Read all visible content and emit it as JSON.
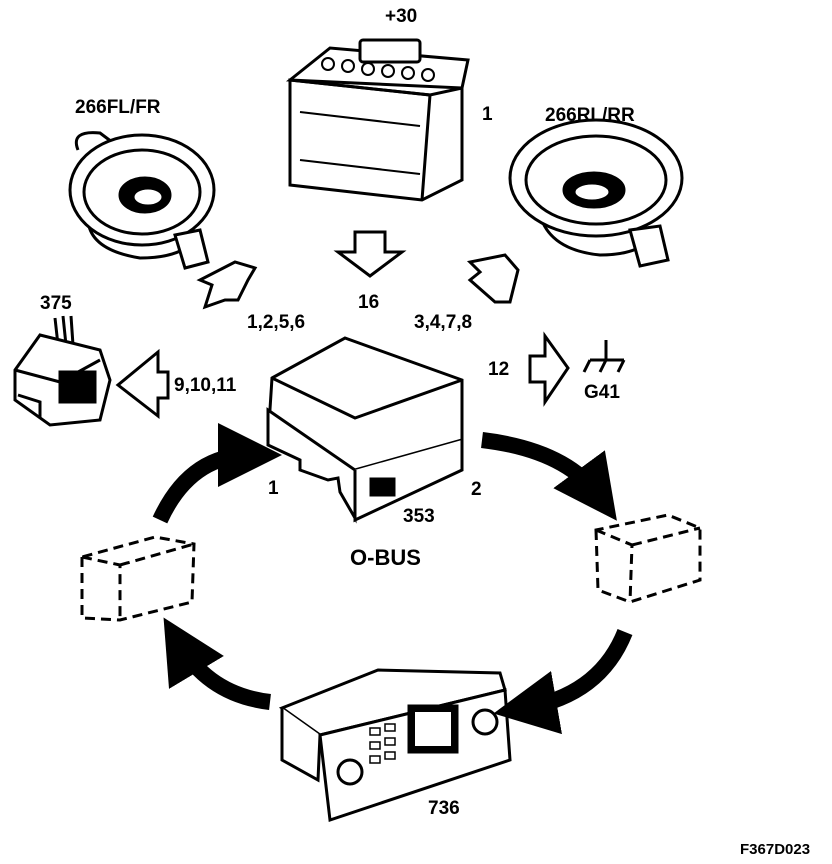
{
  "labels": {
    "battery_ref": "+30",
    "battery_pin": "1",
    "front_speakers": "266FL/FR",
    "rear_speakers": "266RL/RR",
    "connector": "375",
    "front_pins": "1,2,5,6",
    "power_pin": "16",
    "rear_pins": "3,4,7,8",
    "connector_pins": "9,10,11",
    "ground_pin": "12",
    "ground": "G41",
    "bus_in": "1",
    "bus_out": "2",
    "main_unit": "353",
    "bus_name": "O-BUS",
    "head_unit": "736",
    "figure_code": "F367D023"
  }
}
